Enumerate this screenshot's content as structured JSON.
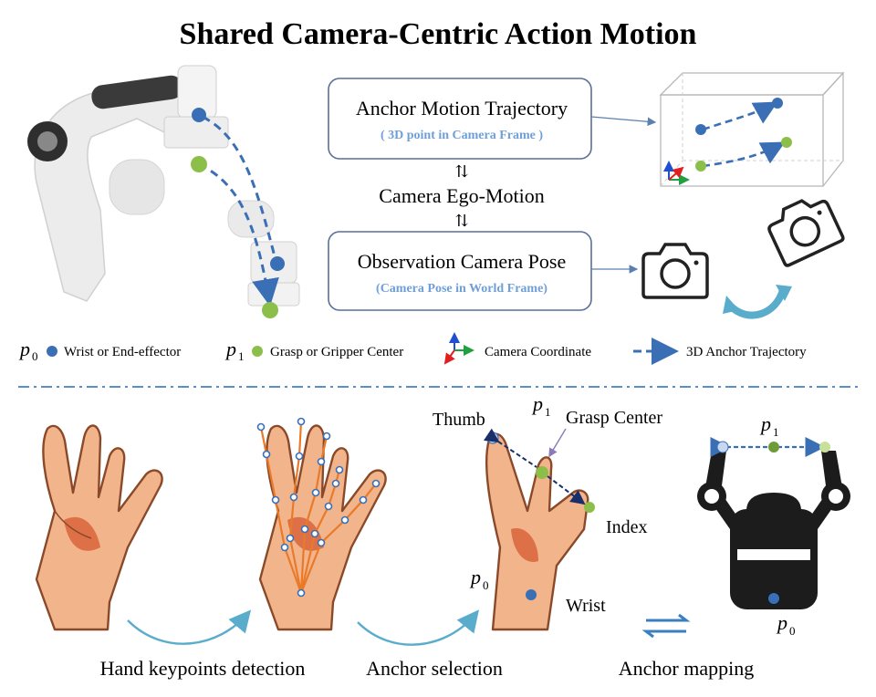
{
  "title": "Shared Camera-Centric Action Motion",
  "boxes": {
    "anchor": {
      "title": "Anchor Motion Trajectory",
      "subtitle": "( 3D point in Camera Frame )"
    },
    "ego": "Camera Ego-Motion",
    "observation": {
      "title": "Observation Camera Pose",
      "subtitle": "(Camera Pose in World Frame)"
    }
  },
  "legend": {
    "p0_symbol": "p",
    "p0_sub": "0",
    "p0_label": "Wrist or End-effector",
    "p1_symbol": "p",
    "p1_sub": "1",
    "p1_label": "Grasp or Gripper Center",
    "camera_label": "Camera Coordinate",
    "trajectory_label": "3D Anchor Trajectory"
  },
  "hand_labels": {
    "thumb": "Thumb",
    "p1": "p",
    "p1_sub": "1",
    "grasp_center": "Grasp Center",
    "index": "Index",
    "p0": "p",
    "p0_sub": "0",
    "wrist": "Wrist"
  },
  "gripper_labels": {
    "p1": "p",
    "p1_sub": "1",
    "p0": "p",
    "p0_sub": "0"
  },
  "steps": [
    "Hand keypoints detection",
    "Anchor selection",
    "Anchor mapping"
  ],
  "colors": {
    "p0": "#3a6fb5",
    "p1": "#8cbf4a",
    "box_border": "#5a6f9a",
    "subtitle": "#6f9fd8",
    "flow_arrow": "#5aaccc",
    "skin": "#f2b48a",
    "skin_dark": "#d9643a",
    "skeleton": "#e87a2a",
    "gripper": "#1c1c1c"
  },
  "icons": [
    "robot-arm-icon",
    "camera-icon",
    "rotate-arrow-icon",
    "coordinate-axes-icon",
    "gripper-icon",
    "hand-icon",
    "swap-arrows-icon"
  ]
}
